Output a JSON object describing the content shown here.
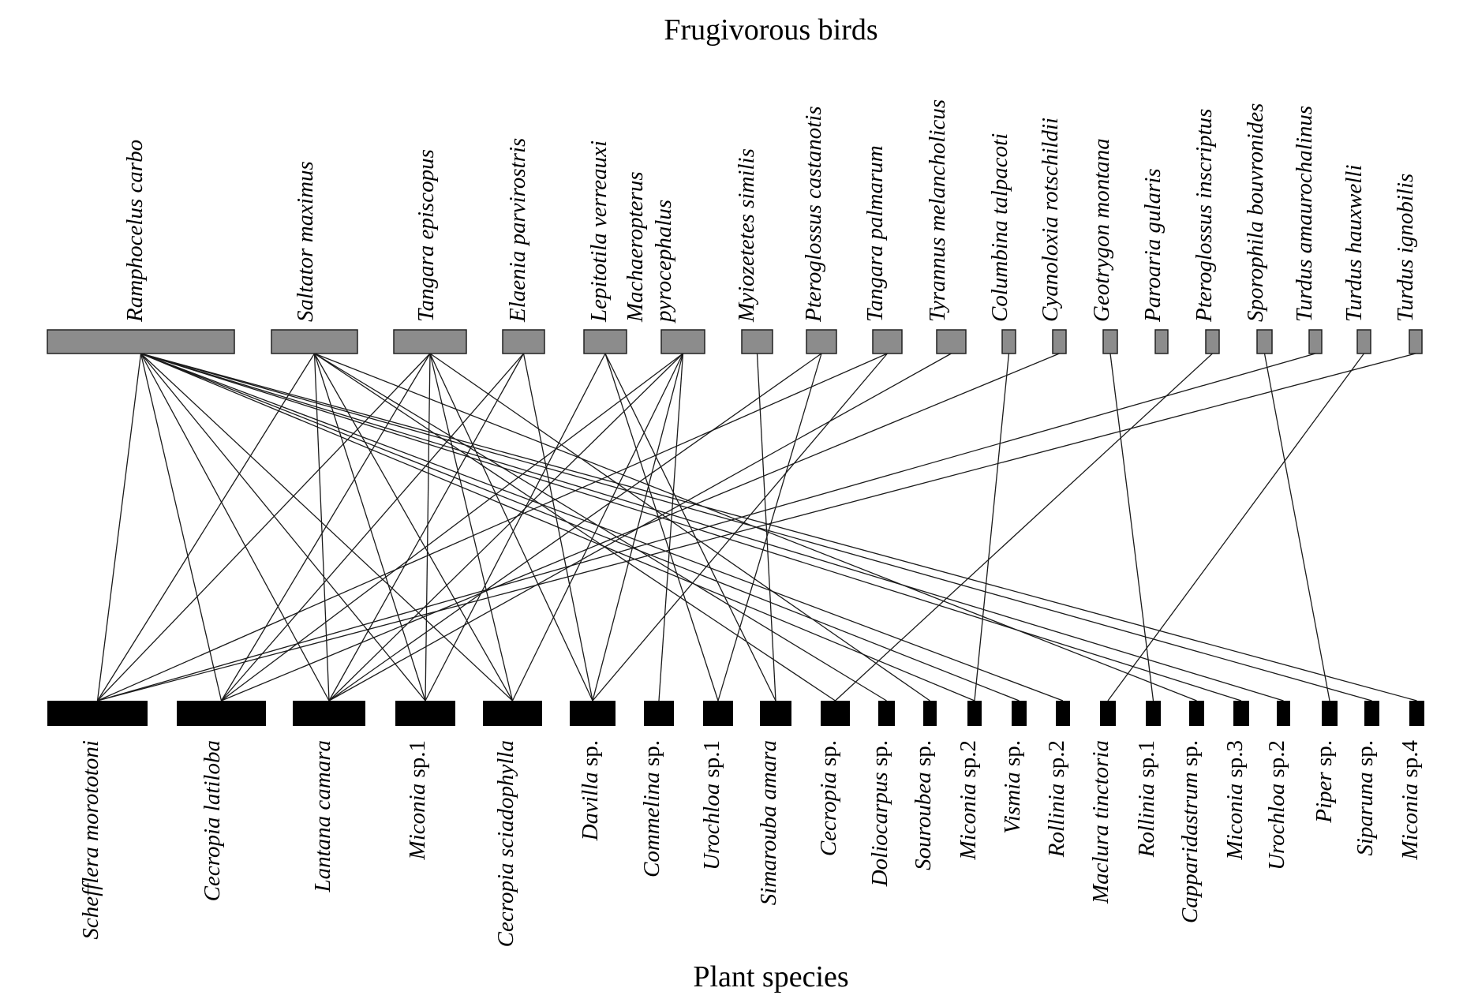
{
  "titles": {
    "top": "Frugivorous birds",
    "bottom": "Plant species"
  },
  "colors": {
    "bird_box": "#8c8c8c",
    "plant_box": "#000000",
    "link": "#1a1a1a"
  },
  "birds": [
    {
      "id": "b1",
      "lines": [
        [
          "Ramphocelus carbo",
          ""
        ]
      ]
    },
    {
      "id": "b2",
      "lines": [
        [
          "Saltator maximus",
          ""
        ]
      ]
    },
    {
      "id": "b3",
      "lines": [
        [
          "Tangara episcopus",
          ""
        ]
      ]
    },
    {
      "id": "b4",
      "lines": [
        [
          "Elaenia parvirostris",
          ""
        ]
      ]
    },
    {
      "id": "b5",
      "lines": [
        [
          "Lepitotila verreauxi",
          ""
        ]
      ]
    },
    {
      "id": "b6",
      "lines": [
        [
          "Machaeropterus",
          ""
        ],
        [
          "pyrocephalus",
          ""
        ]
      ]
    },
    {
      "id": "b7",
      "lines": [
        [
          "Myiozetetes similis",
          ""
        ]
      ]
    },
    {
      "id": "b8",
      "lines": [
        [
          "Pteroglossus castanotis",
          ""
        ]
      ]
    },
    {
      "id": "b9",
      "lines": [
        [
          "Tangara palmarum",
          ""
        ]
      ]
    },
    {
      "id": "b10",
      "lines": [
        [
          "Tyrannus melancholicus",
          ""
        ]
      ]
    },
    {
      "id": "b11",
      "lines": [
        [
          "Columbina talpacoti",
          ""
        ]
      ]
    },
    {
      "id": "b12",
      "lines": [
        [
          "Cyanoloxia rotschildii",
          ""
        ]
      ]
    },
    {
      "id": "b13",
      "lines": [
        [
          "Geotrygon montana",
          ""
        ]
      ]
    },
    {
      "id": "b14",
      "lines": [
        [
          "Paroaria gularis",
          ""
        ]
      ]
    },
    {
      "id": "b15",
      "lines": [
        [
          "Pteroglossus inscriptus",
          ""
        ]
      ]
    },
    {
      "id": "b16",
      "lines": [
        [
          "Sporophila bouvronides",
          ""
        ]
      ]
    },
    {
      "id": "b17",
      "lines": [
        [
          "Turdus amaurochalinus",
          ""
        ]
      ]
    },
    {
      "id": "b18",
      "lines": [
        [
          "Turdus hauxwelli",
          ""
        ]
      ]
    },
    {
      "id": "b19",
      "lines": [
        [
          "Turdus ignobilis",
          ""
        ]
      ]
    }
  ],
  "plants": [
    {
      "id": "p1",
      "parts": [
        "Schefflera morototoni",
        ""
      ]
    },
    {
      "id": "p2",
      "parts": [
        "Cecropia latiloba",
        ""
      ]
    },
    {
      "id": "p3",
      "parts": [
        "Lantana camara",
        ""
      ]
    },
    {
      "id": "p4",
      "parts": [
        "Miconia",
        " sp.1"
      ]
    },
    {
      "id": "p5",
      "parts": [
        "Cecropia sciadophylla",
        ""
      ]
    },
    {
      "id": "p6",
      "parts": [
        "Davilla",
        " sp."
      ]
    },
    {
      "id": "p7",
      "parts": [
        "Commelina",
        " sp."
      ]
    },
    {
      "id": "p8",
      "parts": [
        "Urochloa",
        " sp.1"
      ]
    },
    {
      "id": "p9",
      "parts": [
        "Simarouba amara",
        ""
      ]
    },
    {
      "id": "p10",
      "parts": [
        "Cecropia",
        " sp."
      ]
    },
    {
      "id": "p11",
      "parts": [
        "Doliocarpus",
        " sp."
      ]
    },
    {
      "id": "p12",
      "parts": [
        "Souroubea",
        " sp."
      ]
    },
    {
      "id": "p13",
      "parts": [
        "Miconia",
        " sp.2"
      ]
    },
    {
      "id": "p14",
      "parts": [
        "Vismia",
        " sp."
      ]
    },
    {
      "id": "p15",
      "parts": [
        "Rollinia",
        " sp.2"
      ]
    },
    {
      "id": "p16",
      "parts": [
        "Maclura tinctoria",
        ""
      ]
    },
    {
      "id": "p17",
      "parts": [
        "Rollinia",
        " sp.1"
      ]
    },
    {
      "id": "p18",
      "parts": [
        "Capparidastrum",
        " sp."
      ]
    },
    {
      "id": "p19",
      "parts": [
        "Miconia",
        " sp.3"
      ]
    },
    {
      "id": "p20",
      "parts": [
        "Urochloa",
        " sp.2"
      ]
    },
    {
      "id": "p21",
      "parts": [
        "Piper",
        " sp."
      ]
    },
    {
      "id": "p22",
      "parts": [
        "Siparuna",
        " sp."
      ]
    },
    {
      "id": "p23",
      "parts": [
        "Miconia",
        " sp.4"
      ]
    }
  ],
  "interactions": [
    [
      "b1",
      "p1"
    ],
    [
      "b1",
      "p2"
    ],
    [
      "b1",
      "p3"
    ],
    [
      "b1",
      "p4"
    ],
    [
      "b1",
      "p5"
    ],
    [
      "b1",
      "p13"
    ],
    [
      "b1",
      "p14"
    ],
    [
      "b1",
      "p15"
    ],
    [
      "b1",
      "p19"
    ],
    [
      "b1",
      "p20"
    ],
    [
      "b1",
      "p22"
    ],
    [
      "b1",
      "p23"
    ],
    [
      "b2",
      "p1"
    ],
    [
      "b2",
      "p3"
    ],
    [
      "b2",
      "p4"
    ],
    [
      "b2",
      "p5"
    ],
    [
      "b2",
      "p10"
    ],
    [
      "b2",
      "p11"
    ],
    [
      "b2",
      "p18"
    ],
    [
      "b3",
      "p1"
    ],
    [
      "b3",
      "p2"
    ],
    [
      "b3",
      "p4"
    ],
    [
      "b3",
      "p5"
    ],
    [
      "b3",
      "p6"
    ],
    [
      "b3",
      "p12"
    ],
    [
      "b4",
      "p2"
    ],
    [
      "b4",
      "p3"
    ],
    [
      "b4",
      "p6"
    ],
    [
      "b5",
      "p4"
    ],
    [
      "b5",
      "p8"
    ],
    [
      "b5",
      "p9"
    ],
    [
      "b6",
      "p2"
    ],
    [
      "b6",
      "p3"
    ],
    [
      "b6",
      "p5"
    ],
    [
      "b6",
      "p6"
    ],
    [
      "b6",
      "p7"
    ],
    [
      "b7",
      "p9"
    ],
    [
      "b8",
      "p3"
    ],
    [
      "b8",
      "p8"
    ],
    [
      "b9",
      "p1"
    ],
    [
      "b9",
      "p6"
    ],
    [
      "b10",
      "p3"
    ],
    [
      "b11",
      "p13"
    ],
    [
      "b12",
      "p2"
    ],
    [
      "b13",
      "p17"
    ],
    [
      "b15",
      "p10"
    ],
    [
      "b16",
      "p21"
    ],
    [
      "b17",
      "p1"
    ],
    [
      "b18",
      "p16"
    ],
    [
      "b19",
      "p1"
    ]
  ]
}
